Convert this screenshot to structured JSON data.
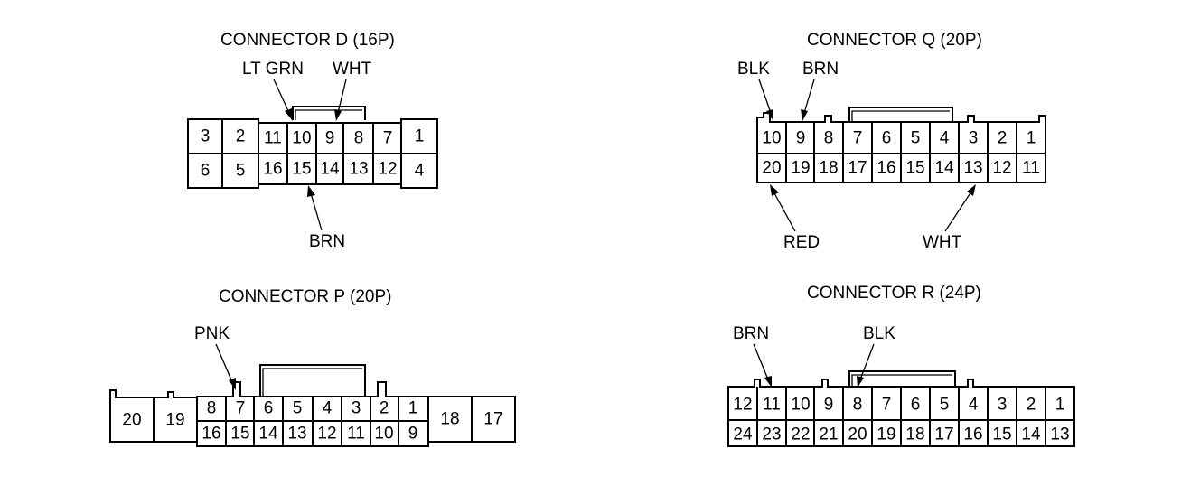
{
  "connectors": {
    "d": {
      "title": "CONNECTOR D (16P)",
      "pins_top": [
        "3",
        "2",
        "11",
        "10",
        "9",
        "8",
        "7",
        "1"
      ],
      "pins_bottom": [
        "6",
        "5",
        "16",
        "15",
        "14",
        "13",
        "12",
        "4"
      ],
      "wires": [
        "LT GRN",
        "WHT",
        "BRN"
      ]
    },
    "q": {
      "title": "CONNECTOR Q (20P)",
      "pins_top": [
        "10",
        "9",
        "8",
        "7",
        "6",
        "5",
        "4",
        "3",
        "2",
        "1"
      ],
      "pins_bottom": [
        "20",
        "19",
        "18",
        "17",
        "16",
        "15",
        "14",
        "13",
        "12",
        "11"
      ],
      "wires": [
        "BLK",
        "BRN",
        "RED",
        "WHT"
      ]
    },
    "p": {
      "title": "CONNECTOR P (20P)",
      "pins_top": [
        "8",
        "7",
        "6",
        "5",
        "4",
        "3",
        "2",
        "1"
      ],
      "pins_bottom": [
        "16",
        "15",
        "14",
        "13",
        "12",
        "11",
        "10",
        "9"
      ],
      "pins_side": [
        "20",
        "19",
        "18",
        "17"
      ],
      "wires": [
        "PNK"
      ]
    },
    "r": {
      "title": "CONNECTOR R (24P)",
      "pins_top": [
        "12",
        "11",
        "10",
        "9",
        "8",
        "7",
        "6",
        "5",
        "4",
        "3",
        "2",
        "1"
      ],
      "pins_bottom": [
        "24",
        "23",
        "22",
        "21",
        "20",
        "19",
        "18",
        "17",
        "16",
        "15",
        "14",
        "13"
      ],
      "wires": [
        "BRN",
        "BLK"
      ]
    }
  }
}
